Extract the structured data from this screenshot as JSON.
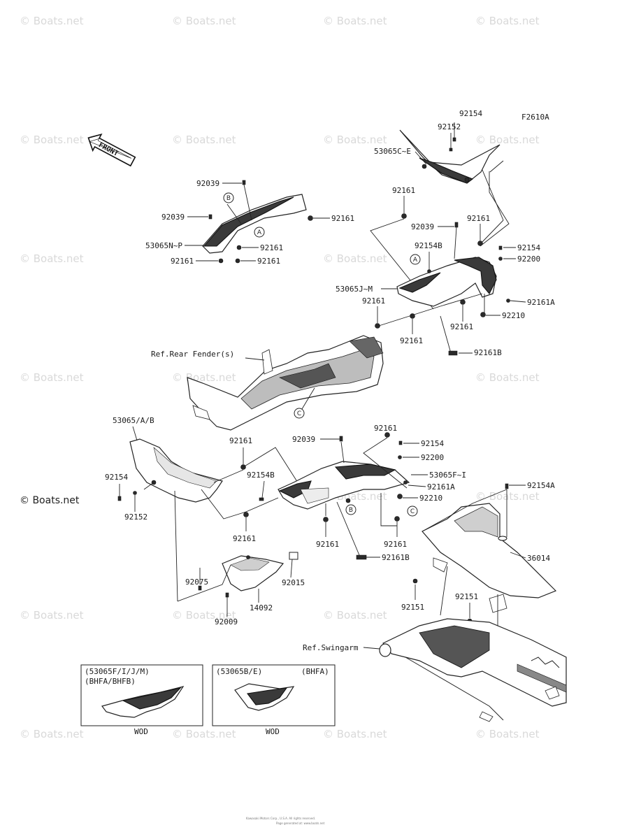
{
  "figure_code": "F2610A",
  "watermark": "© Boats.net",
  "front_arrow": {
    "label": "FRONT"
  },
  "part_labels": {
    "p92154_top": "92154",
    "p92152_top": "92152",
    "p53065C_E": "53065C~E",
    "p92039_a": "92039",
    "p92039_b": "92039",
    "p53065N_P": "53065N~P",
    "p92161_a": "92161",
    "p92161_b": "92161",
    "p92161_c": "92161",
    "p92161_d": "92161",
    "p92161_e": "92161",
    "p92039_c": "92039",
    "p92161_f": "92161",
    "p92154B_a": "92154B",
    "p92154_r": "92154",
    "p92200_r": "92200",
    "p53065J_M": "53065J~M",
    "p92161A_r": "92161A",
    "p92161_g": "92161",
    "p92210_r": "92210",
    "p92161_h": "92161",
    "p92161_i": "92161",
    "p92161B_r": "92161B",
    "p53065A_B": "53065/A/B",
    "p92161_j": "92161",
    "p92039_d": "92039",
    "p92161_k": "92161",
    "p92154_m": "92154",
    "p92200_m": "92200",
    "p92154_l": "92154",
    "p92154B_b": "92154B",
    "p53065F_I": "53065F~I",
    "p92161A_m": "92161A",
    "p92210_m": "92210",
    "p92152_l": "92152",
    "p92154A": "92154A",
    "p92161_l": "92161",
    "p92161_m": "92161",
    "p92161_n": "92161",
    "p92161B_m": "92161B",
    "p36014": "36014",
    "p92075": "92075",
    "p92015": "92015",
    "p14092": "14092",
    "p92009": "92009",
    "p92151_a": "92151",
    "p92151_b": "92151"
  },
  "references": {
    "rear_fender": "Ref.Rear Fender(s)",
    "swingarm": "Ref.Swingarm"
  },
  "callouts": {
    "A": "A",
    "B": "B",
    "C": "C"
  },
  "inset_left": {
    "line1": "(53065F/I/J/M)",
    "line2": "(BHFA/BHFB)",
    "caption": "WOD"
  },
  "inset_right": {
    "line1": "(53065B/E)",
    "line2": "(BHFA)",
    "caption": "WOD"
  },
  "footer": {
    "line1": "Kawasaki Motors Corp., U.S.A. All rights reserved.",
    "line2": "Page generated at: www.boats.net"
  }
}
